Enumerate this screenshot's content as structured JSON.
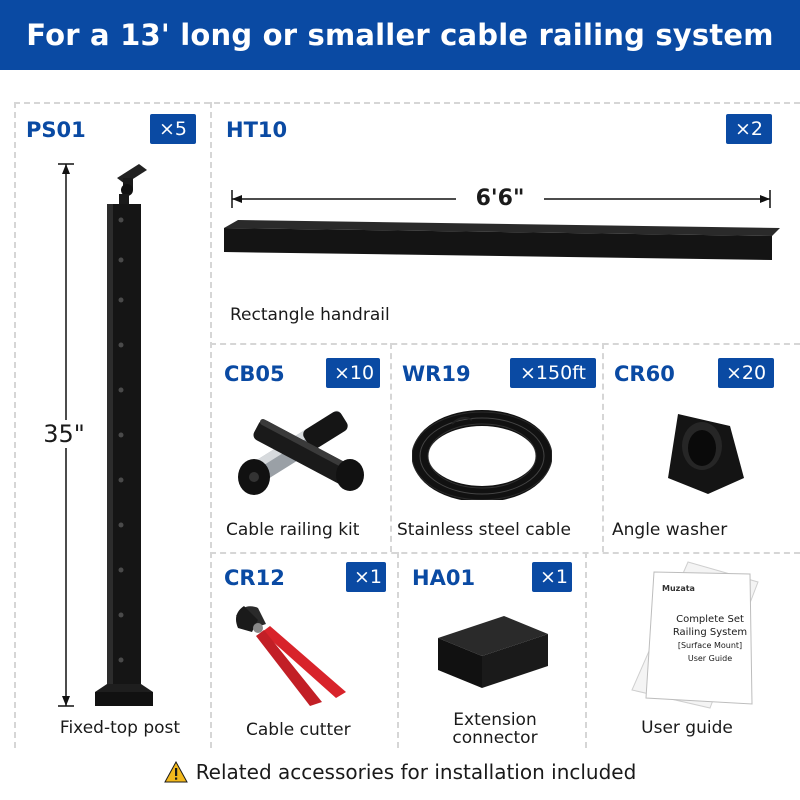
{
  "header": {
    "title": "For a 13' long or smaller cable railing system"
  },
  "items": {
    "ps01": {
      "code": "PS01",
      "qty": "×5",
      "label": "Fixed-top post",
      "dimension": "35\""
    },
    "ht10": {
      "code": "HT10",
      "qty": "×2",
      "label": "Rectangle handrail",
      "dimension": "6'6\""
    },
    "cb05": {
      "code": "CB05",
      "qty": "×10",
      "label": "Cable railing kit"
    },
    "wr19": {
      "code": "WR19",
      "qty": "×150ft",
      "label": "Stainless steel cable"
    },
    "cr60": {
      "code": "CR60",
      "qty": "×20",
      "label": "Angle washer"
    },
    "cr12": {
      "code": "CR12",
      "qty": "×1",
      "label": "Cable cutter"
    },
    "ha01": {
      "code": "HA01",
      "qty": "×1",
      "label_line1": "Extension",
      "label_line2": "connector"
    },
    "guide": {
      "label": "User guide",
      "brand": "Muzata",
      "line1": "Complete Set",
      "line2": "Railing System",
      "line3": "[Surface Mount]",
      "line4": "User Guide"
    }
  },
  "footer": {
    "text": "Related accessories for installation included",
    "icon": "warning-icon"
  },
  "colors": {
    "brand_blue": "#0a4aa3",
    "product_black": "#151515",
    "handle_red": "#d8232a"
  }
}
